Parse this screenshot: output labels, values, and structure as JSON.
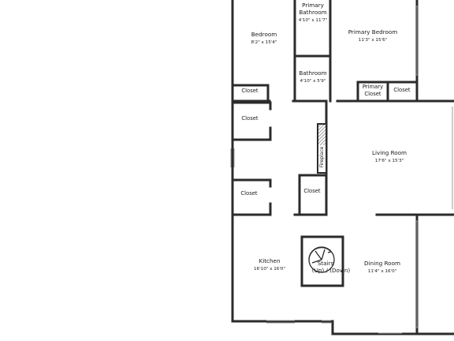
{
  "rooms": [
    {
      "name": "Bedroom",
      "dims": "8'2\" x 15'4\""
    },
    {
      "name1": "Primary",
      "name2": "Bathroom",
      "dims": "4'10\" x 11'7\""
    },
    {
      "name": "Primary Bedroom",
      "dims": "11'3\" x 15'6\""
    },
    {
      "name": "Bathroom",
      "dims": "4'10\" x 5'9\""
    },
    {
      "name": "Living Room",
      "dims": "17'6\" x 15'3\""
    },
    {
      "name": "Kitchen",
      "dims": "16'10\" x 16'0\""
    },
    {
      "name": "Dining Room",
      "dims": "11'4\" x 16'0\""
    }
  ],
  "closets": [
    "Closet",
    "Closet",
    "Closet",
    "Closet",
    "Closet"
  ],
  "primary_closet": {
    "line1": "Primary",
    "line2": "Closet"
  },
  "fireplace": "Fireplace",
  "stairs": {
    "line1": "Stairs",
    "line2": "(Up) / (Down)"
  },
  "colors": {
    "wall": "#2b2b2b",
    "window": "#9a9a9a",
    "background": "#ffffff"
  }
}
